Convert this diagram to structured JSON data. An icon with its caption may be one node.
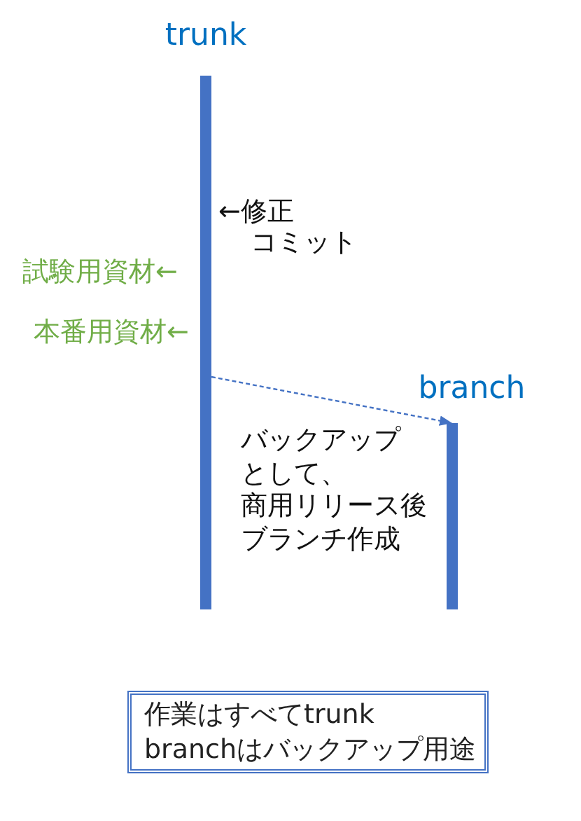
{
  "diagram": {
    "nodes": [
      {
        "text": [
          "trunk"
        ],
        "beside": [
          "←修正コミット",
          "試験用資材←",
          "本番用資材←"
        ]
      },
      {
        "text": [
          "branch"
        ]
      },
      {
        "text": [
          "作業はすべてtrunk",
          "branchはバックアップ用途"
        ]
      }
    ],
    "edges": [
      {
        "from": 0,
        "to": 1,
        "arrow": "to",
        "style": "dashed"
      }
    ],
    "labels": [
      "バックアップとして、商用リリース後ブランチ作成"
    ]
  }
}
